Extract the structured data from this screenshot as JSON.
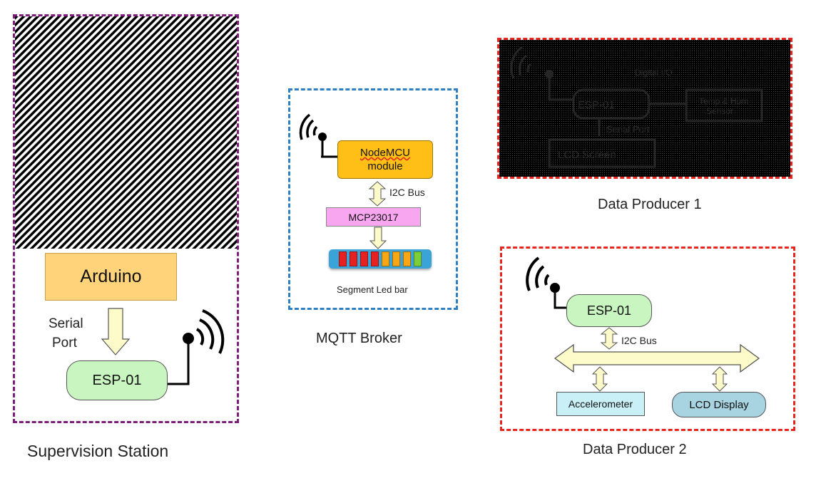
{
  "colors": {
    "supervision_border": "#7b1f7b",
    "broker_border": "#2f7fc1",
    "producer_border": "#e8251f",
    "arduino_fill": "#ffd37a",
    "esp_fill": "#c9f5c1",
    "nodemcu_fill": "#ffbf17",
    "mcp_fill": "#f8a6ef",
    "accelerometer_fill": "#c9f0f6",
    "lcd_fill": "#a8d3e0",
    "arrow_fill": "#fdfbc9",
    "led_bar_bg": "#3aa3d8",
    "led_red": "#e62121",
    "led_orange": "#f6a713",
    "led_green": "#7dcf3a"
  },
  "supervision_station": {
    "caption": "Supervision Station",
    "arduino": "Arduino",
    "serial_port_line1": "Serial",
    "serial_port_line2": "Port",
    "esp": "ESP-01"
  },
  "mqtt_broker": {
    "caption": "MQTT Broker",
    "nodemcu_line1": "NodeMCU",
    "nodemcu_line2": "module",
    "i2c_bus": "I2C Bus",
    "mcp": "MCP23017",
    "led_bar_label": "Segment Led bar",
    "led_colors": [
      "led_red",
      "led_red",
      "led_red",
      "led_red",
      "led_orange",
      "led_orange",
      "led_orange",
      "led_green"
    ]
  },
  "data_producer_1": {
    "caption": "Data Producer 1",
    "faint_labels": [
      "Digital I/O",
      "ESP-01",
      "Temp & Hum",
      "Sensor",
      "Serial Port",
      "LCD Screen"
    ]
  },
  "data_producer_2": {
    "caption": "Data Producer 2",
    "esp": "ESP-01",
    "i2c_bus": "I2C Bus",
    "accelerometer": "Accelerometer",
    "lcd_display": "LCD Display"
  }
}
